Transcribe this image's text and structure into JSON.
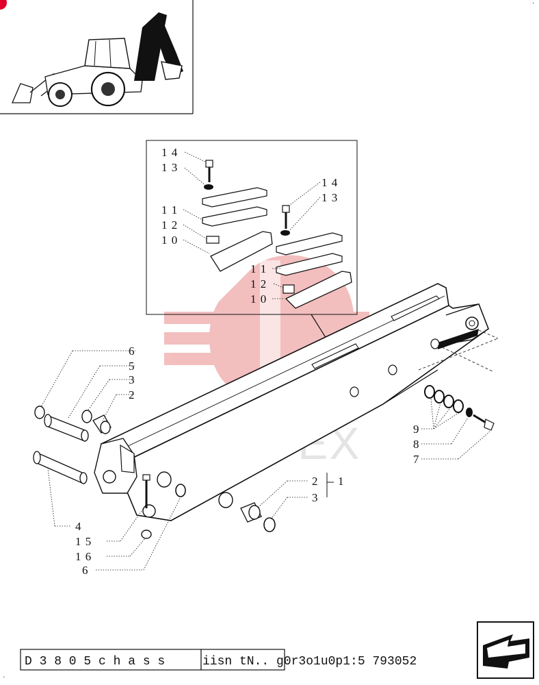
{
  "watermark": {
    "text": "ИНТЕХ"
  },
  "inset": {
    "labels": {
      "a14": "1 4",
      "a13": "1 3",
      "a11": "1 1",
      "a12": "1 2",
      "a10": "1 0",
      "b14": "1 4",
      "b13": "1 3",
      "c11": "1 1",
      "c12": "1 2",
      "c10": "1 0"
    }
  },
  "callouts": {
    "c6": "6",
    "c5": "5",
    "c3": "3",
    "c2": "2",
    "c9": "9",
    "c8": "8",
    "c7": "7",
    "c2b": "2",
    "c1": "1",
    "c3b": "3",
    "c4": "4",
    "c15": "1 5",
    "c16": "1 6",
    "c6b": "6"
  },
  "footer": {
    "code": "D 3 8 0 5  c h a s s",
    "text": "iisn tN..  g0r3o1u0p1:5 793052"
  },
  "colors": {
    "watermark_red": "#f0a9a9",
    "accent": "#e2002a"
  }
}
